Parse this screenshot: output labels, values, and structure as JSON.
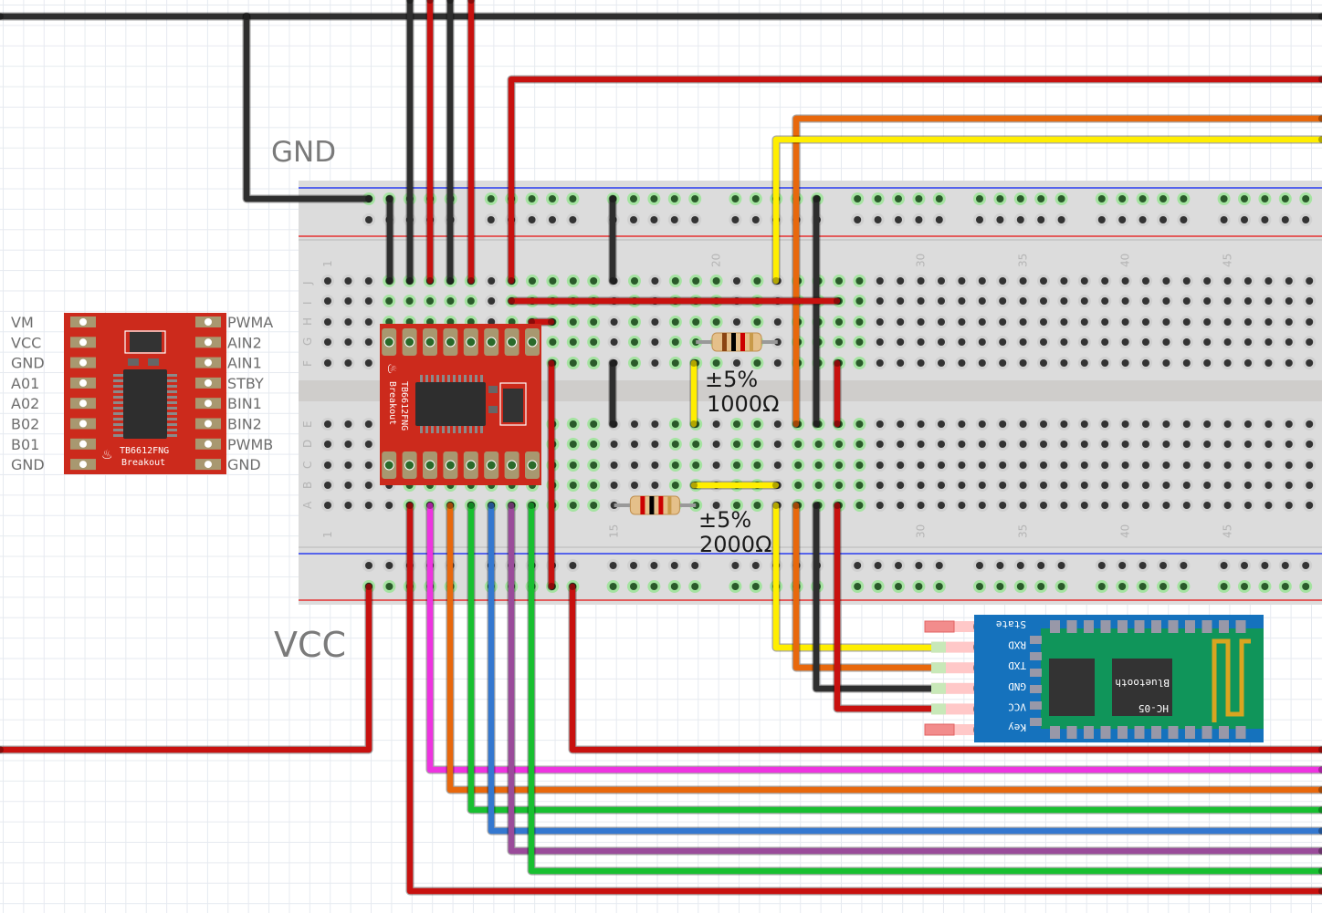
{
  "net_labels": {
    "gnd": "GND",
    "vcc": "VCC"
  },
  "breadboard": {
    "row_letters_top": [
      "J",
      "I",
      "H",
      "G",
      "F"
    ],
    "row_letters_bottom": [
      "E",
      "D",
      "C",
      "B",
      "A"
    ],
    "column_numbers": [
      "1",
      "15",
      "20",
      "30",
      "35",
      "40",
      "45"
    ]
  },
  "tb6612_reference": {
    "name": "TB6612FNG",
    "subtitle": "Breakout",
    "left_pins": [
      "VM",
      "VCC",
      "GND",
      "A01",
      "A02",
      "B02",
      "B01",
      "GND"
    ],
    "right_pins": [
      "PWMA",
      "AIN2",
      "AIN1",
      "STBY",
      "BIN1",
      "BIN2",
      "PWMB",
      "GND"
    ]
  },
  "tb6612_on_board": {
    "name": "TB6612FNG",
    "subtitle": "Breakout"
  },
  "resistors": [
    {
      "id": "r1",
      "tolerance": "±5%",
      "resistance": "1000Ω",
      "bands": [
        "#8b4513",
        "#000000",
        "#cc0000"
      ]
    },
    {
      "id": "r2",
      "tolerance": "±5%",
      "resistance": "2000Ω",
      "bands": [
        "#cc0000",
        "#000000",
        "#cc0000"
      ]
    }
  ],
  "hc05": {
    "model": "HC-05",
    "subtitle": "Bluetooth",
    "pins": [
      "State",
      "RXD",
      "TXD",
      "GND",
      "VCC",
      "Key"
    ]
  },
  "wire_colors": {
    "black": "#2e2e2e",
    "red": "#c8110f",
    "orange": "#e8680c",
    "yellow": "#ffee00",
    "magenta": "#ee33e0",
    "green": "#18c030",
    "blue": "#3478d0",
    "purple": "#9a4b9a"
  }
}
